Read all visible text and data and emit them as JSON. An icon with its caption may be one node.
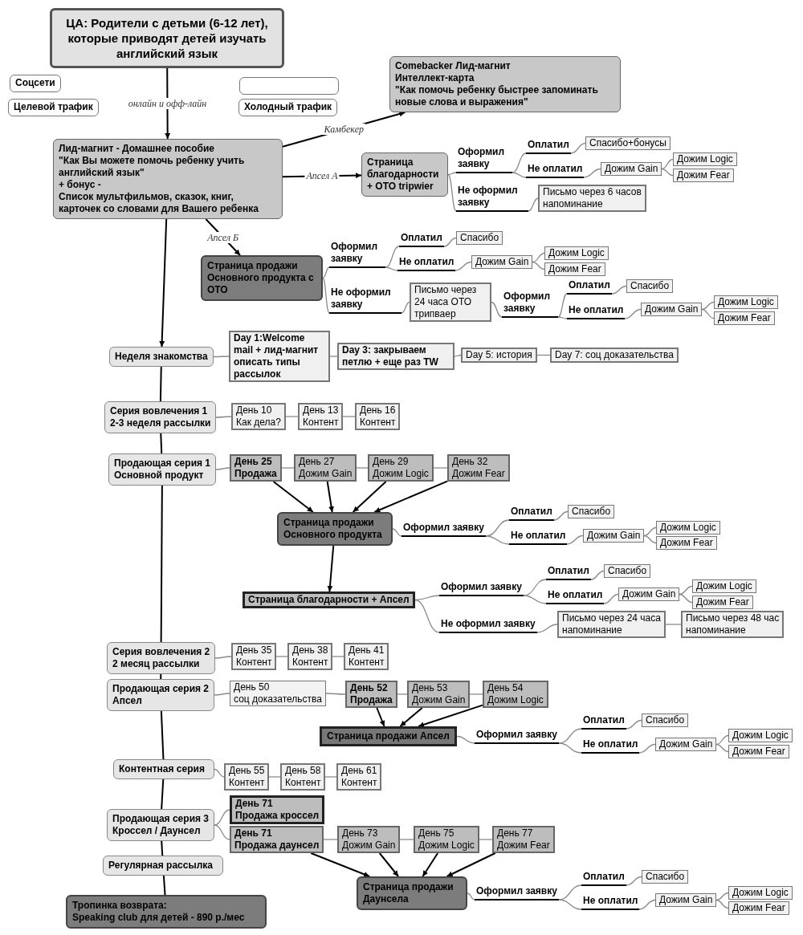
{
  "diagram": {
    "nodes": [
      {
        "text": [
          "ЦА: Родители с детьми (6-12 лет), которые приводят детей изучать английский язык"
        ]
      },
      {
        "text": [
          "Соцсети"
        ]
      },
      {
        "text": [
          "Целевой трафик"
        ]
      },
      {
        "text": [],
        "shape": "box"
      },
      {
        "text": [
          "Холодный трафик"
        ]
      },
      {
        "text": [
          "Comebacker Лид-магнит",
          "Интеллект-карта",
          "\"Как помочь ребенку быстрее запоминать новые слова и выражения\""
        ]
      },
      {
        "text": [
          "Лид-магнит - Домашнее пособие",
          "\"Как Вы можете помочь ребенку учить английский язык\"",
          "+ бонус -",
          "Список мультфильмов, сказок,  книг, карточек со словами для Вашего ребенка"
        ]
      },
      {
        "text": [
          "Страница благодарности + ОТО tripwier"
        ]
      },
      {
        "text": [
          "Оформил заявку"
        ]
      },
      {
        "text": [
          "Оплатил"
        ]
      },
      {
        "text": [
          "Спасибо+бонусы"
        ]
      },
      {
        "text": [
          "Не оплатил"
        ]
      },
      {
        "text": [
          "Дожим Gain"
        ]
      },
      {
        "text": [
          "Дожим Logic"
        ]
      },
      {
        "text": [
          "Дожим Fear"
        ]
      },
      {
        "text": [
          "Не оформил заявку"
        ]
      },
      {
        "text": [
          "Письмо через 6 часов",
          "напоминание"
        ]
      },
      {
        "text": [
          "Страница продажи Основного продукта с ОТО"
        ]
      },
      {
        "text": [
          "Оформил заявку"
        ]
      },
      {
        "text": [
          "Оплатил"
        ]
      },
      {
        "text": [
          "Спасибо"
        ]
      },
      {
        "text": [
          "Не оплатил"
        ]
      },
      {
        "text": [
          "Дожим Gain"
        ]
      },
      {
        "text": [
          "Дожим Logic"
        ]
      },
      {
        "text": [
          "Дожим Fear"
        ]
      },
      {
        "text": [
          "Не оформил заявку"
        ]
      },
      {
        "text": [
          "Письмо через 24 часа ОТО трипваер"
        ]
      },
      {
        "text": [
          "Оформил заявку"
        ]
      },
      {
        "text": [
          "Оплатил"
        ]
      },
      {
        "text": [
          "Спасибо"
        ]
      },
      {
        "text": [
          "Не оплатил"
        ]
      },
      {
        "text": [
          "Дожим Gain"
        ]
      },
      {
        "text": [
          "Дожим Logic"
        ]
      },
      {
        "text": [
          "Дожим Fear"
        ]
      },
      {
        "text": [
          "Неделя знакомства"
        ]
      },
      {
        "text": [
          "Day 1:Welcome mail + лид-магнит описать типы рассылок"
        ]
      },
      {
        "text": [
          "Day 3: закрываем петлю + еще раз TW"
        ]
      },
      {
        "text": [
          "Day 5: история"
        ]
      },
      {
        "text": [
          "Day 7: соц доказательства"
        ]
      },
      {
        "text": [
          "Серия вовлечения 1",
          "2-3 неделя рассылки"
        ]
      },
      {
        "text": [
          "День 10",
          "Как дела?"
        ]
      },
      {
        "text": [
          "День 13",
          "Контент"
        ]
      },
      {
        "text": [
          "День 16",
          "Контент"
        ]
      },
      {
        "text": [
          "Продающая серия 1",
          "Основной продукт"
        ]
      },
      {
        "text": [
          "День 25",
          "Продажа"
        ]
      },
      {
        "text": [
          "День 27",
          "Дожим Gain"
        ]
      },
      {
        "text": [
          "День 29",
          "Дожим Logic"
        ]
      },
      {
        "text": [
          "День 32",
          "Дожим Fear"
        ]
      },
      {
        "text": [
          "Страница продажи Основного продукта"
        ]
      },
      {
        "text": [
          "Оформил заявку"
        ]
      },
      {
        "text": [
          "Оплатил"
        ]
      },
      {
        "text": [
          "Спасибо"
        ]
      },
      {
        "text": [
          "Не оплатил"
        ]
      },
      {
        "text": [
          "Дожим Gain"
        ]
      },
      {
        "text": [
          "Дожим Logic"
        ]
      },
      {
        "text": [
          "Дожим Fear"
        ]
      },
      {
        "text": [
          "Страница благодарности + Апсел"
        ]
      },
      {
        "text": [
          "Оформил заявку"
        ]
      },
      {
        "text": [
          "Оплатил"
        ]
      },
      {
        "text": [
          "Спасибо"
        ]
      },
      {
        "text": [
          "Не оплатил"
        ]
      },
      {
        "text": [
          "Дожим Gain"
        ]
      },
      {
        "text": [
          "Дожим Logic"
        ]
      },
      {
        "text": [
          "Дожим Fear"
        ]
      },
      {
        "text": [
          "Не оформил заявку"
        ]
      },
      {
        "text": [
          "Письмо через 24 часа",
          "напоминание"
        ]
      },
      {
        "text": [
          "Письмо через 48 час",
          "напоминание"
        ]
      },
      {
        "text": [
          "Серия вовлечения 2",
          "2 месяц рассылки"
        ]
      },
      {
        "text": [
          "День 35",
          "Контент"
        ]
      },
      {
        "text": [
          "День 38",
          "Контент"
        ]
      },
      {
        "text": [
          "День 41",
          "Контент"
        ]
      },
      {
        "text": [
          "Продающая серия 2",
          "Апсел"
        ]
      },
      {
        "text": [
          "День 50",
          "соц доказательства"
        ]
      },
      {
        "text": [
          "День 52",
          "Продажа"
        ]
      },
      {
        "text": [
          "День 53",
          "Дожим Gain"
        ]
      },
      {
        "text": [
          "День 54",
          "Дожим Logic"
        ]
      },
      {
        "text": [
          "Страница продажи Апсел"
        ]
      },
      {
        "text": [
          "Оформил заявку"
        ]
      },
      {
        "text": [
          "Оплатил"
        ]
      },
      {
        "text": [
          "Спасибо"
        ]
      },
      {
        "text": [
          "Не оплатил"
        ]
      },
      {
        "text": [
          "Дожим Gain"
        ]
      },
      {
        "text": [
          "Дожим Logic"
        ]
      },
      {
        "text": [
          "Дожим Fear"
        ]
      },
      {
        "text": [
          "Контентная серия"
        ]
      },
      {
        "text": [
          "День 55",
          "Контент"
        ]
      },
      {
        "text": [
          "День 58",
          "Контент"
        ]
      },
      {
        "text": [
          "День 61",
          "Контент"
        ]
      },
      {
        "text": [
          "Продающая серия 3",
          "Кроссел / Даунсел"
        ]
      },
      {
        "text": [
          "День 71",
          "Продажа кроссел"
        ]
      },
      {
        "text": [
          "День 71",
          "Продажа даунсел"
        ]
      },
      {
        "text": [
          "День 73",
          "Дожим Gain"
        ]
      },
      {
        "text": [
          "День 75",
          "Дожим Logic"
        ]
      },
      {
        "text": [
          "День 77",
          "Дожим Fear"
        ]
      },
      {
        "text": [
          "Регулярная рассылка"
        ]
      },
      {
        "text": [
          "Тропинка возврата:",
          "Speaking club для детей - 890 р./мес"
        ]
      },
      {
        "text": [
          "Страница продажи Даунсела"
        ]
      },
      {
        "text": [
          "Оформил заявку"
        ]
      },
      {
        "text": [
          "Оплатил"
        ]
      },
      {
        "text": [
          "Спасибо"
        ]
      },
      {
        "text": [
          "Не оплатил"
        ]
      },
      {
        "text": [
          "Дожим Gain"
        ]
      },
      {
        "text": [
          "Дожим Logic"
        ]
      },
      {
        "text": [
          "Дожим Fear"
        ]
      }
    ],
    "edges": [
      {
        "from": 0,
        "to": 6,
        "arrow": "to",
        "label": "онлайн и офф-лайн",
        "color": "#000000"
      },
      {
        "from": 6,
        "to": 5,
        "arrow": "to",
        "label": "Камбекер",
        "color": "#000000"
      },
      {
        "from": 6,
        "to": 7,
        "arrow": "to",
        "label": "Апсел А",
        "color": "#000000"
      },
      {
        "from": 6,
        "to": 17,
        "arrow": "to",
        "label": "Апсел Б",
        "color": "#000000"
      },
      {
        "from": 6,
        "to": 34,
        "arrow": "to",
        "color": "#000000"
      },
      {
        "from": 7,
        "to": 8,
        "arrow": "none"
      },
      {
        "from": 7,
        "to": 15,
        "arrow": "none"
      },
      {
        "from": 8,
        "to": 9,
        "arrow": "none"
      },
      {
        "from": 8,
        "to": 11,
        "arrow": "none"
      },
      {
        "from": 9,
        "to": 10,
        "arrow": "none"
      },
      {
        "from": 11,
        "to": 12,
        "arrow": "none"
      },
      {
        "from": 12,
        "to": 13,
        "arrow": "none"
      },
      {
        "from": 12,
        "to": 14,
        "arrow": "none"
      },
      {
        "from": 15,
        "to": 16,
        "arrow": "none"
      },
      {
        "from": 17,
        "to": 18,
        "arrow": "none"
      },
      {
        "from": 17,
        "to": 25,
        "arrow": "none"
      },
      {
        "from": 18,
        "to": 19,
        "arrow": "none"
      },
      {
        "from": 18,
        "to": 21,
        "arrow": "none"
      },
      {
        "from": 19,
        "to": 20,
        "arrow": "none"
      },
      {
        "from": 21,
        "to": 22,
        "arrow": "none"
      },
      {
        "from": 22,
        "to": 23,
        "arrow": "none"
      },
      {
        "from": 22,
        "to": 24,
        "arrow": "none"
      },
      {
        "from": 25,
        "to": 26,
        "arrow": "none"
      },
      {
        "from": 26,
        "to": 27,
        "arrow": "none"
      },
      {
        "from": 27,
        "to": 28,
        "arrow": "none"
      },
      {
        "from": 27,
        "to": 30,
        "arrow": "none"
      },
      {
        "from": 28,
        "to": 29,
        "arrow": "none"
      },
      {
        "from": 30,
        "to": 31,
        "arrow": "none"
      },
      {
        "from": 31,
        "to": 32,
        "arrow": "none"
      },
      {
        "from": 31,
        "to": 33,
        "arrow": "none"
      },
      {
        "from": 34,
        "to": 35,
        "arrow": "none"
      },
      {
        "from": 35,
        "to": 36,
        "arrow": "none"
      },
      {
        "from": 36,
        "to": 37,
        "arrow": "none"
      },
      {
        "from": 37,
        "to": 38,
        "arrow": "none"
      },
      {
        "from": 34,
        "to": 39,
        "arrow": "none",
        "color": "#000000"
      },
      {
        "from": 39,
        "to": 40,
        "arrow": "none"
      },
      {
        "from": 40,
        "to": 41,
        "arrow": "none"
      },
      {
        "from": 41,
        "to": 42,
        "arrow": "none"
      },
      {
        "from": 39,
        "to": 43,
        "arrow": "none",
        "color": "#000000"
      },
      {
        "from": 43,
        "to": 44,
        "arrow": "none"
      },
      {
        "from": 44,
        "to": 45,
        "arrow": "none"
      },
      {
        "from": 45,
        "to": 46,
        "arrow": "none"
      },
      {
        "from": 46,
        "to": 47,
        "arrow": "none"
      },
      {
        "from": 44,
        "to": 48,
        "arrow": "to",
        "color": "#000000"
      },
      {
        "from": 45,
        "to": 48,
        "arrow": "to",
        "color": "#000000"
      },
      {
        "from": 46,
        "to": 48,
        "arrow": "to",
        "color": "#000000"
      },
      {
        "from": 47,
        "to": 48,
        "arrow": "to",
        "color": "#000000"
      },
      {
        "from": 48,
        "to": 49,
        "arrow": "none"
      },
      {
        "from": 49,
        "to": 50,
        "arrow": "none"
      },
      {
        "from": 49,
        "to": 52,
        "arrow": "none"
      },
      {
        "from": 50,
        "to": 51,
        "arrow": "none"
      },
      {
        "from": 52,
        "to": 53,
        "arrow": "none"
      },
      {
        "from": 53,
        "to": 54,
        "arrow": "none"
      },
      {
        "from": 53,
        "to": 55,
        "arrow": "none"
      },
      {
        "from": 48,
        "to": 56,
        "arrow": "to",
        "color": "#000000"
      },
      {
        "from": 56,
        "to": 57,
        "arrow": "none"
      },
      {
        "from": 56,
        "to": 64,
        "arrow": "none"
      },
      {
        "from": 57,
        "to": 58,
        "arrow": "none"
      },
      {
        "from": 57,
        "to": 60,
        "arrow": "none"
      },
      {
        "from": 58,
        "to": 59,
        "arrow": "none"
      },
      {
        "from": 60,
        "to": 61,
        "arrow": "none"
      },
      {
        "from": 61,
        "to": 62,
        "arrow": "none"
      },
      {
        "from": 61,
        "to": 63,
        "arrow": "none"
      },
      {
        "from": 64,
        "to": 65,
        "arrow": "none"
      },
      {
        "from": 65,
        "to": 66,
        "arrow": "none"
      },
      {
        "from": 43,
        "to": 67,
        "arrow": "none",
        "color": "#000000"
      },
      {
        "from": 67,
        "to": 68,
        "arrow": "none"
      },
      {
        "from": 68,
        "to": 69,
        "arrow": "none"
      },
      {
        "from": 69,
        "to": 70,
        "arrow": "none"
      },
      {
        "from": 67,
        "to": 71,
        "arrow": "none",
        "color": "#000000"
      },
      {
        "from": 71,
        "to": 72,
        "arrow": "none"
      },
      {
        "from": 72,
        "to": 73,
        "arrow": "none"
      },
      {
        "from": 73,
        "to": 74,
        "arrow": "none"
      },
      {
        "from": 74,
        "to": 75,
        "arrow": "none"
      },
      {
        "from": 73,
        "to": 76,
        "arrow": "to",
        "color": "#000000"
      },
      {
        "from": 74,
        "to": 76,
        "arrow": "to",
        "color": "#000000"
      },
      {
        "from": 75,
        "to": 76,
        "arrow": "to",
        "color": "#000000"
      },
      {
        "from": 76,
        "to": 77,
        "arrow": "none"
      },
      {
        "from": 77,
        "to": 78,
        "arrow": "none"
      },
      {
        "from": 77,
        "to": 80,
        "arrow": "none"
      },
      {
        "from": 78,
        "to": 79,
        "arrow": "none"
      },
      {
        "from": 80,
        "to": 81,
        "arrow": "none"
      },
      {
        "from": 81,
        "to": 82,
        "arrow": "none"
      },
      {
        "from": 81,
        "to": 83,
        "arrow": "none"
      },
      {
        "from": 71,
        "to": 84,
        "arrow": "none",
        "color": "#000000"
      },
      {
        "from": 84,
        "to": 85,
        "arrow": "none"
      },
      {
        "from": 85,
        "to": 86,
        "arrow": "none"
      },
      {
        "from": 86,
        "to": 87,
        "arrow": "none"
      },
      {
        "from": 84,
        "to": 88,
        "arrow": "none",
        "color": "#000000"
      },
      {
        "from": 88,
        "to": 89,
        "arrow": "none"
      },
      {
        "from": 88,
        "to": 90,
        "arrow": "none"
      },
      {
        "from": 90,
        "to": 91,
        "arrow": "none"
      },
      {
        "from": 91,
        "to": 92,
        "arrow": "none"
      },
      {
        "from": 92,
        "to": 93,
        "arrow": "none"
      },
      {
        "from": 90,
        "to": 96,
        "arrow": "to",
        "color": "#000000"
      },
      {
        "from": 91,
        "to": 96,
        "arrow": "to",
        "color": "#000000"
      },
      {
        "from": 92,
        "to": 96,
        "arrow": "to",
        "color": "#000000"
      },
      {
        "from": 93,
        "to": 96,
        "arrow": "to",
        "color": "#000000"
      },
      {
        "from": 96,
        "to": 97,
        "arrow": "none"
      },
      {
        "from": 97,
        "to": 98,
        "arrow": "none"
      },
      {
        "from": 97,
        "to": 100,
        "arrow": "none"
      },
      {
        "from": 98,
        "to": 99,
        "arrow": "none"
      },
      {
        "from": 100,
        "to": 101,
        "arrow": "none"
      },
      {
        "from": 101,
        "to": 102,
        "arrow": "none"
      },
      {
        "from": 101,
        "to": 103,
        "arrow": "none"
      },
      {
        "from": 88,
        "to": 94,
        "arrow": "none",
        "color": "#000000"
      },
      {
        "from": 94,
        "to": 95,
        "arrow": "none",
        "color": "#000000"
      }
    ]
  }
}
